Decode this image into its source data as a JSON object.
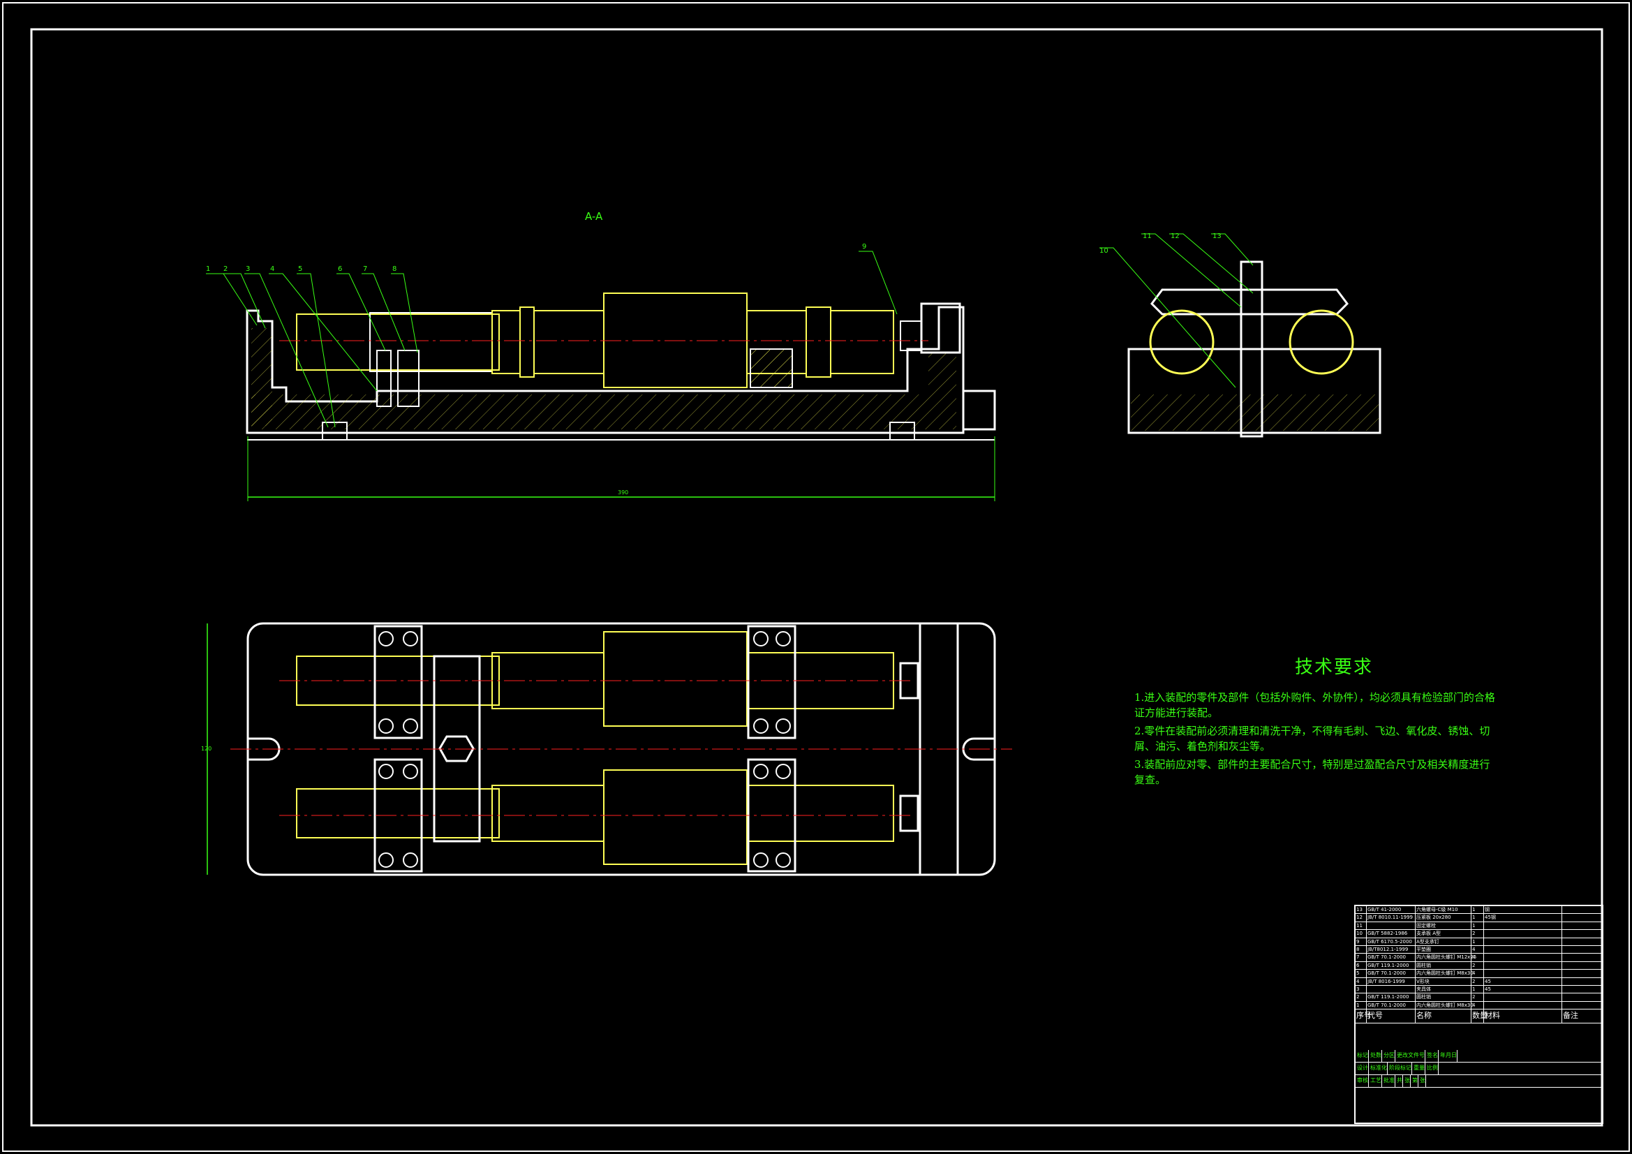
{
  "drawing": {
    "section_label": "A-A",
    "dimension_overall": "390",
    "dimension_width": "120",
    "leader_numbers_front": [
      "1",
      "2",
      "3",
      "4",
      "5",
      "6",
      "7",
      "8",
      "9"
    ],
    "leader_numbers_side": [
      "10",
      "11",
      "12",
      "13"
    ]
  },
  "tech_requirements": {
    "title": "技术要求",
    "items": [
      "1.进入装配的零件及部件（包括外购件、外协件），均必须具有检验部门的合格证方能进行装配。",
      "2.零件在装配前必须清理和清洗干净，不得有毛刺、飞边、氧化皮、锈蚀、切屑、油污、着色剂和灰尘等。",
      "3.装配前应对零、部件的主要配合尺寸，特别是过盈配合尺寸及相关精度进行复查。"
    ]
  },
  "bom": {
    "headers": [
      "序号",
      "代号",
      "名称",
      "数量",
      "材料",
      "备注"
    ],
    "rows": [
      [
        "13",
        "GB/T 41-2000",
        "六角螺母-C级 M10",
        "1",
        "钢",
        ""
      ],
      [
        "12",
        "JB/T 8010.11-1999",
        "压紧板 20x280",
        "1",
        "45钢",
        ""
      ],
      [
        "11",
        "",
        "固定螺栓",
        "1",
        "",
        ""
      ],
      [
        "10",
        "GB/T 5882-1986",
        "支承板 A型",
        "2",
        "",
        ""
      ],
      [
        "9",
        "GB/T 6170.5-2000",
        "A型支承钉",
        "1",
        "",
        ""
      ],
      [
        "8",
        "JB/T8012.1-1999",
        "平垫圈",
        "4",
        "",
        ""
      ],
      [
        "7",
        "GB/T 70.1-2000",
        "内六角圆柱头螺钉 M12x25",
        "4",
        "",
        ""
      ],
      [
        "6",
        "GB/T 119.1-2000",
        "圆柱销",
        "2",
        "",
        ""
      ],
      [
        "5",
        "GB/T 70.1-2000",
        "内六角圆柱头螺钉 M8x30",
        "4",
        "",
        ""
      ],
      [
        "4",
        "JB/T 8016-1999",
        "V形块",
        "2",
        "45",
        ""
      ],
      [
        "3",
        "",
        "夹具体",
        "1",
        "45",
        ""
      ],
      [
        "2",
        "GB/T 119.1-2000",
        "圆柱销",
        "2",
        "",
        ""
      ],
      [
        "1",
        "GB/T 70.1-2000",
        "内六角圆柱头螺钉 M8x30",
        "4",
        "",
        ""
      ]
    ]
  },
  "title_block": {
    "labels": [
      "标记",
      "处数",
      "分区",
      "更改文件号",
      "签名",
      "年月日",
      "设计",
      "标准化",
      "阶段标记",
      "重量",
      "比例",
      "审核",
      "工艺",
      "批准",
      "共",
      "张",
      "第",
      "张"
    ]
  }
}
